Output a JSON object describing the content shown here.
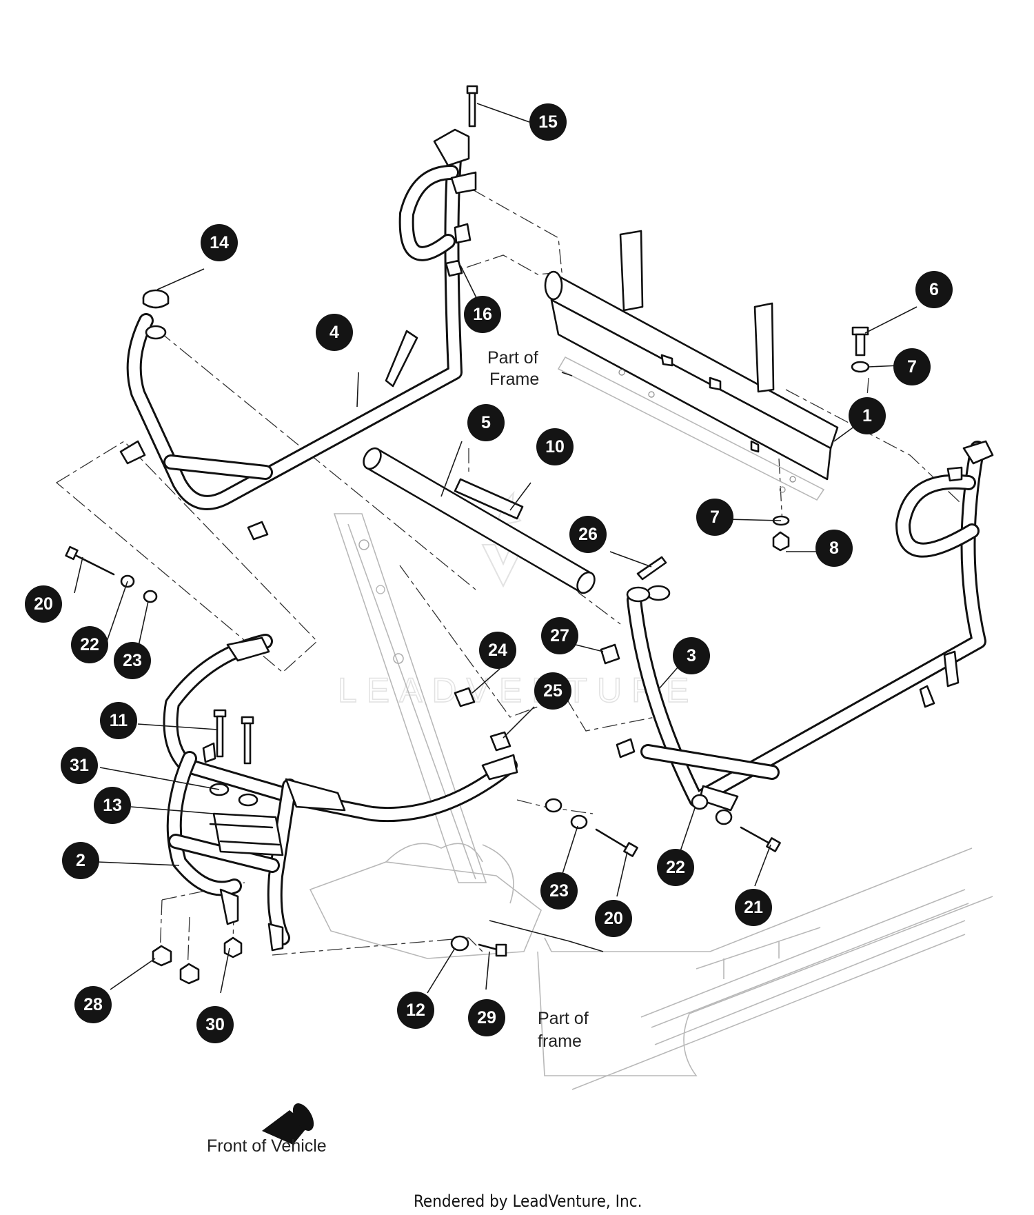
{
  "callouts": [
    {
      "id": "c-15",
      "label": "15"
    },
    {
      "id": "c-14",
      "label": "14"
    },
    {
      "id": "c-16",
      "label": "16"
    },
    {
      "id": "c-4",
      "label": "4"
    },
    {
      "id": "c-6",
      "label": "6"
    },
    {
      "id": "c-7a",
      "label": "7"
    },
    {
      "id": "c-1",
      "label": "1"
    },
    {
      "id": "c-5",
      "label": "5"
    },
    {
      "id": "c-10",
      "label": "10"
    },
    {
      "id": "c-7b",
      "label": "7"
    },
    {
      "id": "c-8",
      "label": "8"
    },
    {
      "id": "c-26",
      "label": "26"
    },
    {
      "id": "c-20a",
      "label": "20"
    },
    {
      "id": "c-22a",
      "label": "22"
    },
    {
      "id": "c-23a",
      "label": "23"
    },
    {
      "id": "c-27",
      "label": "27"
    },
    {
      "id": "c-24",
      "label": "24"
    },
    {
      "id": "c-3",
      "label": "3"
    },
    {
      "id": "c-25",
      "label": "25"
    },
    {
      "id": "c-11",
      "label": "11"
    },
    {
      "id": "c-31",
      "label": "31"
    },
    {
      "id": "c-13",
      "label": "13"
    },
    {
      "id": "c-2",
      "label": "2"
    },
    {
      "id": "c-22b",
      "label": "22"
    },
    {
      "id": "c-23b",
      "label": "23"
    },
    {
      "id": "c-20b",
      "label": "20"
    },
    {
      "id": "c-21",
      "label": "21"
    },
    {
      "id": "c-28",
      "label": "28"
    },
    {
      "id": "c-30",
      "label": "30"
    },
    {
      "id": "c-12",
      "label": "12"
    },
    {
      "id": "c-29",
      "label": "29"
    }
  ],
  "labels": {
    "part_of_frame_upper_line1": "Part of",
    "part_of_frame_upper_line2": "Frame",
    "part_of_frame_lower_line1": "Part of",
    "part_of_frame_lower_line2": "frame",
    "front_of_vehicle": "Front of Vehicle"
  },
  "watermark": "LEADVENTURE",
  "footer": "Rendered by LeadVenture, Inc."
}
